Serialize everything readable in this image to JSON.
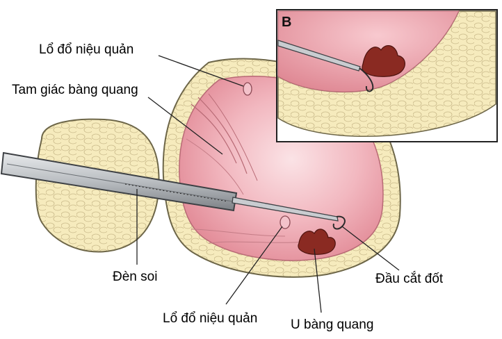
{
  "labels": {
    "ureteral_orifice_top": "Lổ đổ niệu quản",
    "trigone": "Tam giác bàng quang",
    "scope": "Đèn soi",
    "ureteral_orifice_bottom": "Lổ đổ niệu quản",
    "tumor": "U bàng quang",
    "resection_tip": "Đầu cắt đốt"
  },
  "inset": {
    "letter": "B"
  },
  "colors": {
    "fat": "#f5e9b8",
    "fat_outline": "#8a8260",
    "mucosa": "#e8909a",
    "mucosa_light": "#f7d0d6",
    "tumor": "#8a2a22",
    "scope_metal": "#b8bcc0"
  }
}
